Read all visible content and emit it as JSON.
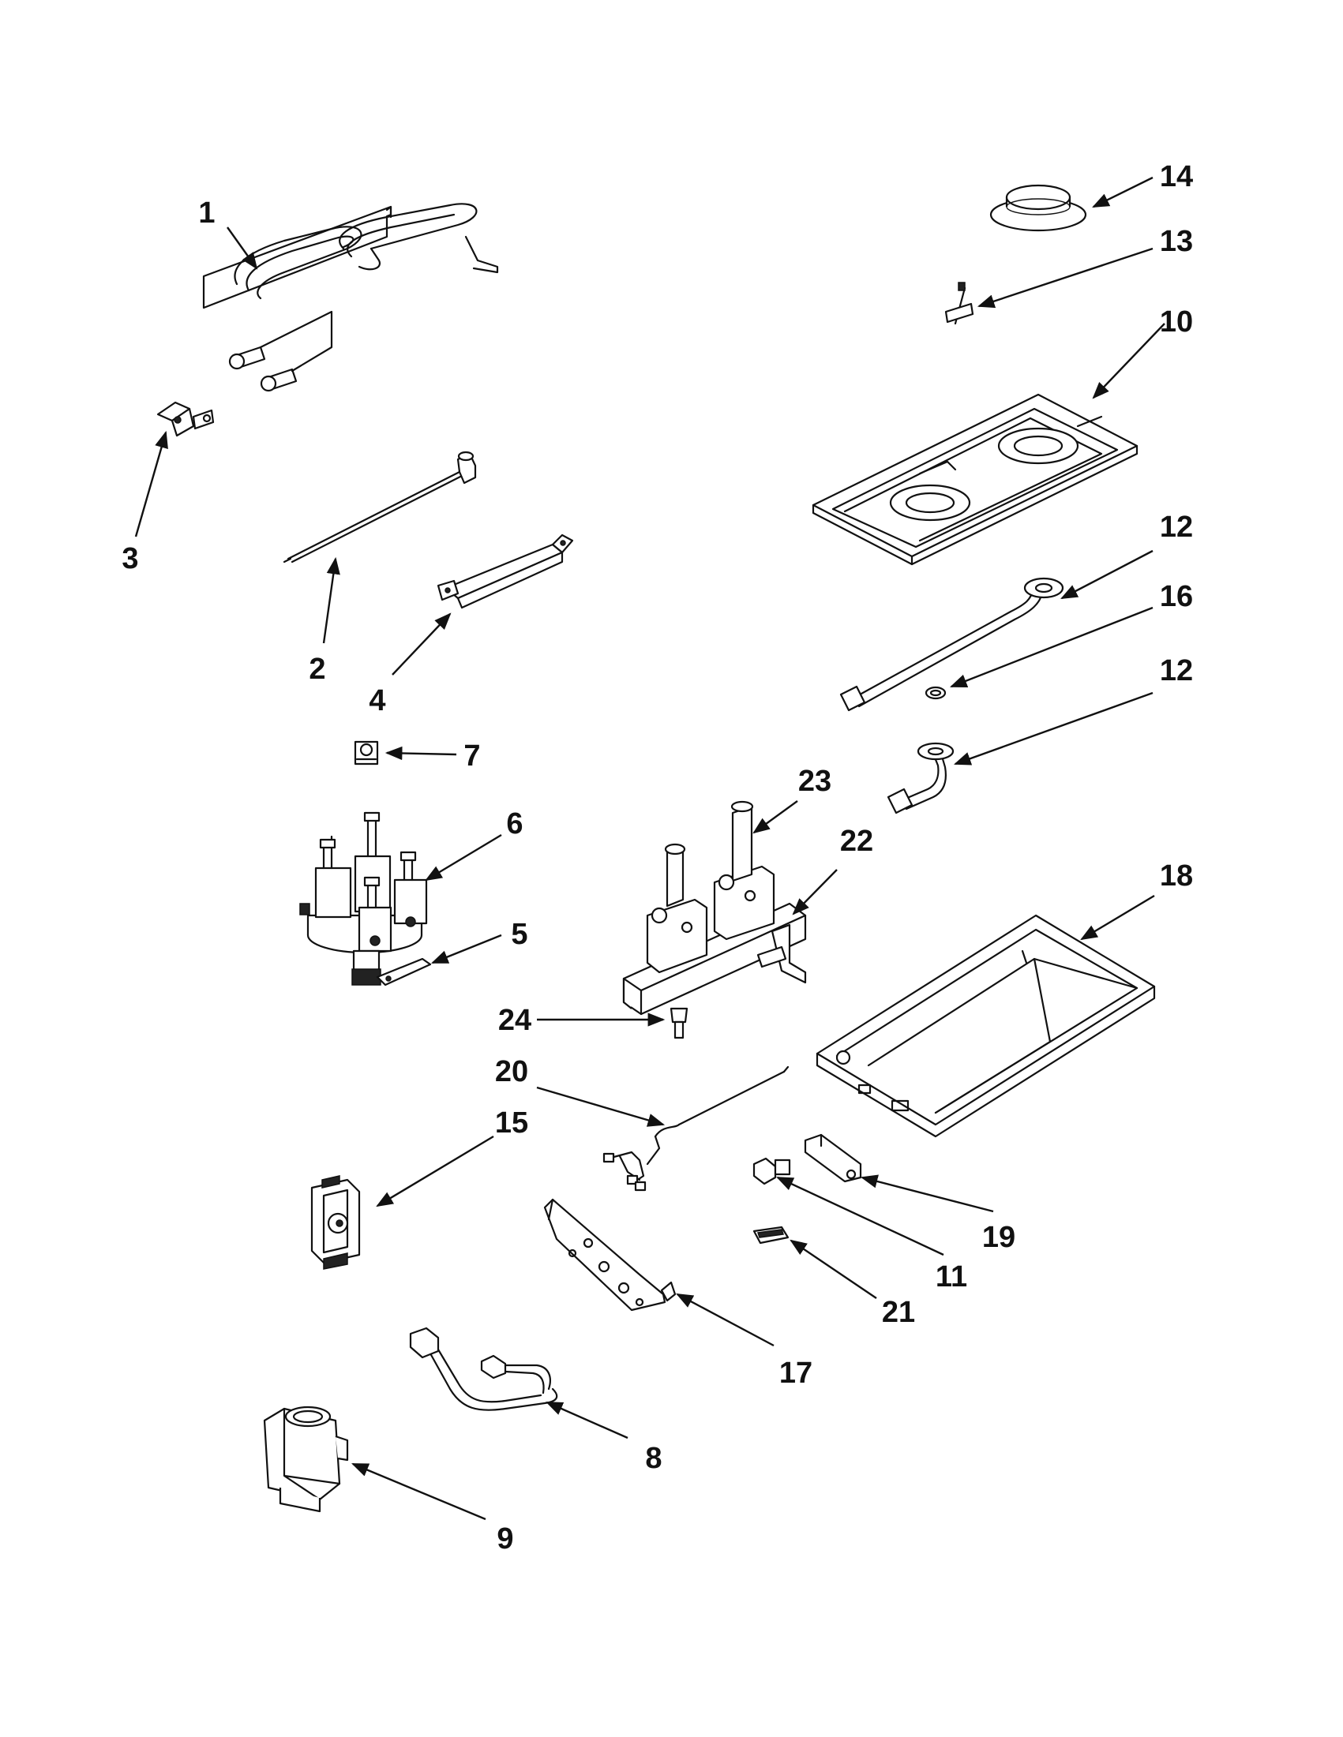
{
  "colors": {
    "line": "#111111",
    "background": "#ffffff",
    "shade": "#e6e6e6"
  },
  "callouts": [
    {
      "id": "c1",
      "label": "1"
    },
    {
      "id": "c2",
      "label": "2"
    },
    {
      "id": "c3",
      "label": "3"
    },
    {
      "id": "c4",
      "label": "4"
    },
    {
      "id": "c5",
      "label": "5"
    },
    {
      "id": "c6",
      "label": "6"
    },
    {
      "id": "c7",
      "label": "7"
    },
    {
      "id": "c8",
      "label": "8"
    },
    {
      "id": "c9",
      "label": "9"
    },
    {
      "id": "c10",
      "label": "10"
    },
    {
      "id": "c11",
      "label": "11"
    },
    {
      "id": "c12a",
      "label": "12"
    },
    {
      "id": "c12b",
      "label": "12"
    },
    {
      "id": "c13",
      "label": "13"
    },
    {
      "id": "c14",
      "label": "14"
    },
    {
      "id": "c15",
      "label": "15"
    },
    {
      "id": "c16",
      "label": "16"
    },
    {
      "id": "c17",
      "label": "17"
    },
    {
      "id": "c18",
      "label": "18"
    },
    {
      "id": "c19",
      "label": "19"
    },
    {
      "id": "c20",
      "label": "20"
    },
    {
      "id": "c21",
      "label": "21"
    },
    {
      "id": "c22",
      "label": "22"
    },
    {
      "id": "c23",
      "label": "23"
    },
    {
      "id": "c24",
      "label": "24"
    }
  ]
}
